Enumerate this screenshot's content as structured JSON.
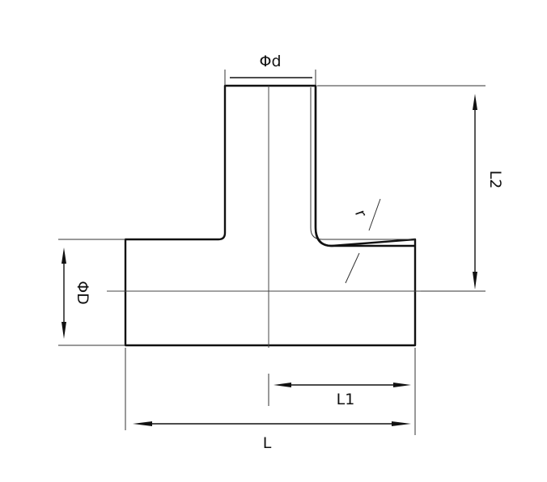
{
  "labels": {
    "branch_diameter": "Φd",
    "main_diameter": "ΦD",
    "branch_height": "L2",
    "half_length": "L1",
    "overall_length": "L",
    "radius": "r"
  }
}
